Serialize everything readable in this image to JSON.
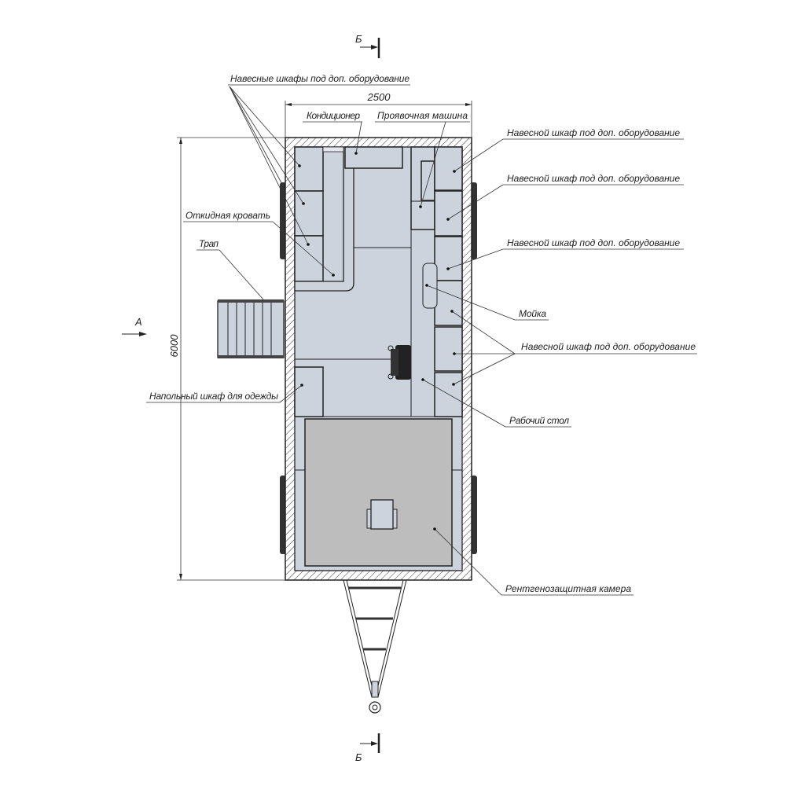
{
  "drawing": {
    "dimensions": {
      "width": "2500",
      "length": "6000"
    },
    "section_marks": {
      "section": "Б",
      "view": "А"
    },
    "labels": {
      "wall_cabinets_left": "Навесные шкафы под доп. оборудование",
      "air_conditioner": "Кондиционер",
      "developing_machine": "Проявочная машина",
      "wall_cabinet_1": "Навесной шкаф под доп. оборудование",
      "wall_cabinet_2": "Навесной шкаф под доп. оборудование",
      "wall_cabinet_3": "Навесной шкаф под доп. оборудование",
      "sink": "Мойка",
      "wall_cabinet_4": "Навесной шкаф под доп. оборудование",
      "work_table": "Рабочий стол",
      "xray_chamber": "Рентгенозащитная камера",
      "folding_bed": "Откидная кровать",
      "ladder": "Трап",
      "wardrobe": "Напольный шкаф для одежды"
    }
  },
  "colors": {
    "interior": "#ccd3dc",
    "chamber": "#bdbdbd",
    "line": "#222222"
  }
}
